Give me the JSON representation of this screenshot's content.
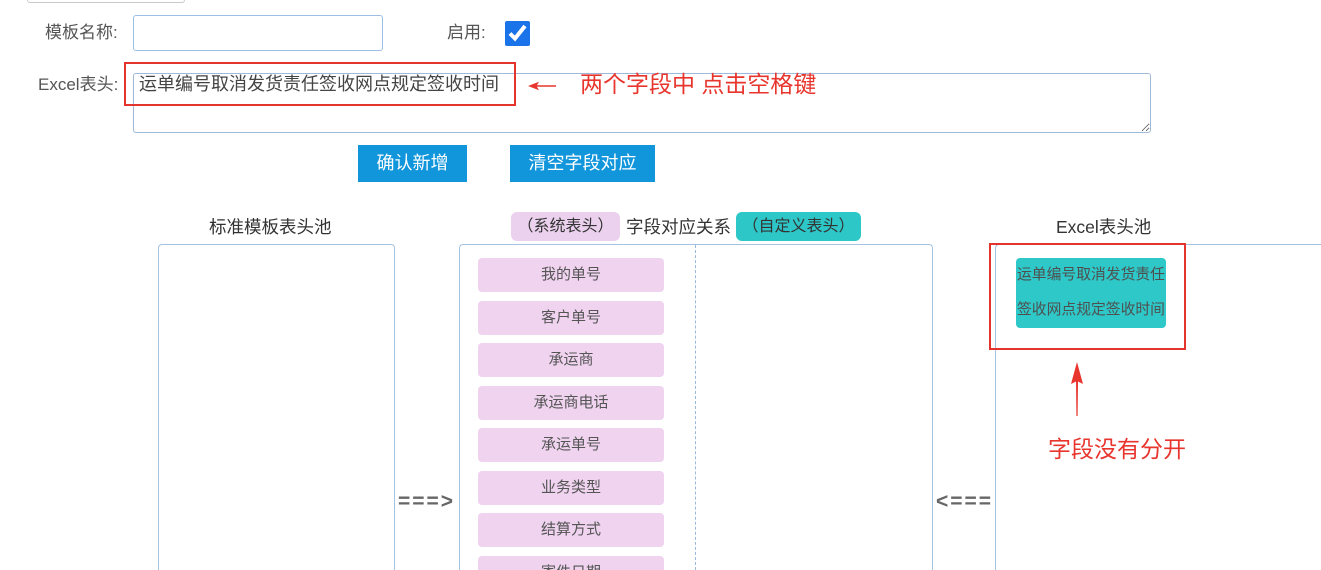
{
  "form": {
    "template_name_label": "模板名称:",
    "enable_label": "启用:",
    "enable_checked": true,
    "excel_header_label": "Excel表头:",
    "excel_header_value": "运单编号取消发货责任签收网点规定签收时间"
  },
  "buttons": {
    "confirm_add": "确认新增",
    "clear_mapping": "清空字段对应"
  },
  "panels": {
    "standard_pool_title": "标准模板表头池",
    "system_header_tag": "（系统表头）",
    "mapping_title": "字段对应关系",
    "custom_header_tag": "（自定义表头）",
    "excel_pool_title": "Excel表头池",
    "arrow_right": "===>",
    "arrow_left": "<===",
    "system_fields": [
      "我的单号",
      "客户单号",
      "承运商",
      "承运商电话",
      "承运单号",
      "业务类型",
      "结算方式",
      "寄件日期"
    ],
    "excel_fields": [
      "运单编号取消发货责任签收网点规定签收时间"
    ]
  },
  "annotations": {
    "space_key_note": "两个字段中 点击空格键",
    "not_split_note": "字段没有分开"
  },
  "icons": {
    "annotation_left_arrow": "arrow-left-icon",
    "annotation_up_arrow": "arrow-up-icon"
  },
  "colors": {
    "primary_button": "#1296db",
    "system_tag": "#ebd1ee",
    "custom_tag": "#2ec7c8",
    "system_field": "#efd3ef",
    "excel_field": "#2ec8c8",
    "annotation_red": "#e8352e",
    "checkbox_blue": "#1a73e8"
  }
}
